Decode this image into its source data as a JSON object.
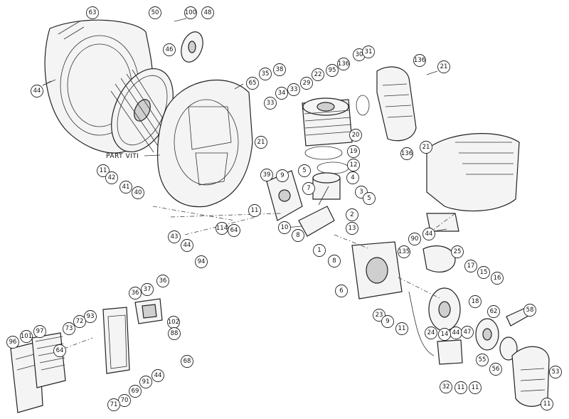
{
  "note_label": "PART VITI",
  "callouts": [
    {
      "n": "63"
    },
    {
      "n": "50"
    },
    {
      "n": "100"
    },
    {
      "n": "48"
    },
    {
      "n": "46"
    },
    {
      "n": "44"
    },
    {
      "n": "65"
    },
    {
      "n": "35"
    },
    {
      "n": "38"
    },
    {
      "n": "33"
    },
    {
      "n": "34"
    },
    {
      "n": "33"
    },
    {
      "n": "29"
    },
    {
      "n": "22"
    },
    {
      "n": "95"
    },
    {
      "n": "136"
    },
    {
      "n": "30"
    },
    {
      "n": "31"
    },
    {
      "n": "136"
    },
    {
      "n": "21"
    },
    {
      "n": "20"
    },
    {
      "n": "19"
    },
    {
      "n": "21"
    },
    {
      "n": "136"
    },
    {
      "n": "21"
    },
    {
      "n": "11"
    },
    {
      "n": "42"
    },
    {
      "n": "41"
    },
    {
      "n": "40"
    },
    {
      "n": "39"
    },
    {
      "n": "9"
    },
    {
      "n": "5"
    },
    {
      "n": "12"
    },
    {
      "n": "4"
    },
    {
      "n": "7"
    },
    {
      "n": "3"
    },
    {
      "n": "5"
    },
    {
      "n": "2"
    },
    {
      "n": "11"
    },
    {
      "n": "43"
    },
    {
      "n": "44"
    },
    {
      "n": "114"
    },
    {
      "n": "64"
    },
    {
      "n": "10"
    },
    {
      "n": "8"
    },
    {
      "n": "1"
    },
    {
      "n": "13"
    },
    {
      "n": "90"
    },
    {
      "n": "44"
    },
    {
      "n": "94"
    },
    {
      "n": "8"
    },
    {
      "n": "135"
    },
    {
      "n": "25"
    },
    {
      "n": "6"
    },
    {
      "n": "17"
    },
    {
      "n": "15"
    },
    {
      "n": "16"
    },
    {
      "n": "36"
    },
    {
      "n": "37"
    },
    {
      "n": "36"
    },
    {
      "n": "93"
    },
    {
      "n": "72"
    },
    {
      "n": "73"
    },
    {
      "n": "102"
    },
    {
      "n": "88"
    },
    {
      "n": "68"
    },
    {
      "n": "101"
    },
    {
      "n": "97"
    },
    {
      "n": "64"
    },
    {
      "n": "96"
    },
    {
      "n": "23"
    },
    {
      "n": "9"
    },
    {
      "n": "11"
    },
    {
      "n": "18"
    },
    {
      "n": "62"
    },
    {
      "n": "58"
    },
    {
      "n": "44"
    },
    {
      "n": "14"
    },
    {
      "n": "47"
    },
    {
      "n": "24"
    },
    {
      "n": "55"
    },
    {
      "n": "56"
    },
    {
      "n": "53"
    },
    {
      "n": "44"
    },
    {
      "n": "91"
    },
    {
      "n": "69"
    },
    {
      "n": "70"
    },
    {
      "n": "71"
    },
    {
      "n": "32"
    },
    {
      "n": "11"
    },
    {
      "n": "11"
    },
    {
      "n": "11"
    }
  ]
}
